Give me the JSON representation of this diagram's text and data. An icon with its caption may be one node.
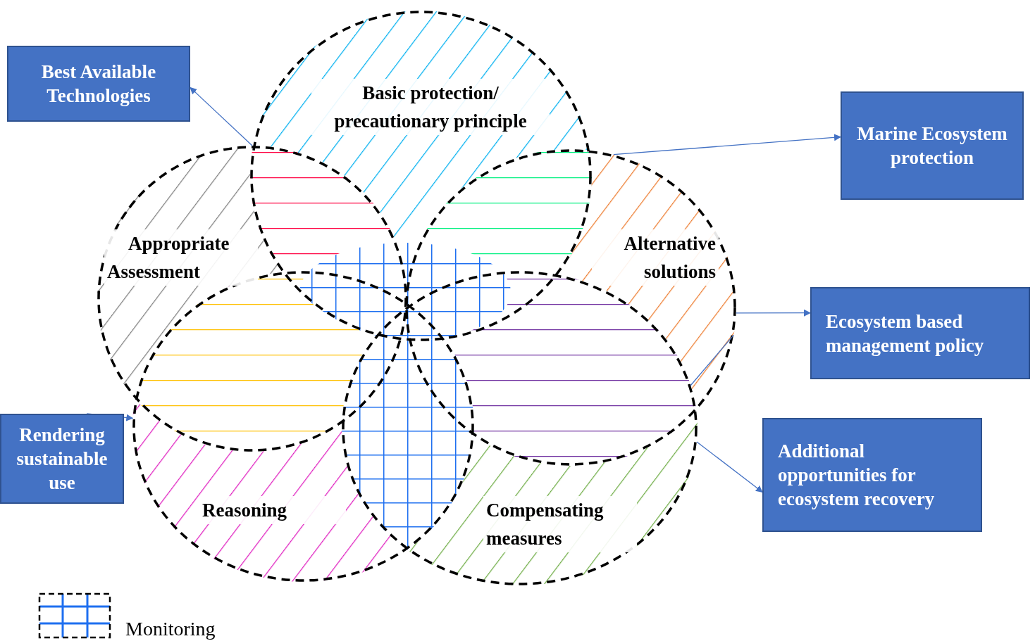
{
  "diagram": {
    "nodes": [
      {
        "text": [
          "Basic protection/ precautionary principle"
        ]
      },
      {
        "text": [
          "Appropriate Assessment"
        ]
      },
      {
        "text": [
          "Alternative solutions"
        ]
      },
      {
        "text": [
          "Reasoning"
        ]
      },
      {
        "text": [
          "Compensating measures"
        ]
      },
      {
        "text": [
          "Best Available Technologies"
        ]
      },
      {
        "text": [
          "Marine Ecosystem protection"
        ]
      },
      {
        "text": [
          "Ecosystem based management policy"
        ]
      },
      {
        "text": [
          "Rendering sustainable use"
        ]
      },
      {
        "text": [
          "Additional opportunities for ecosystem recovery"
        ]
      }
    ],
    "edges": [
      {
        "from": 1,
        "to": 5,
        "arrow": "to"
      },
      {
        "from": 2,
        "to": 6,
        "arrow": "to"
      },
      {
        "from": 2,
        "to": 7,
        "arrow": "to"
      },
      {
        "from": 2,
        "to": null,
        "arrow": "none"
      },
      {
        "from": 8,
        "to": 3,
        "arrow": "to"
      },
      {
        "from": 4,
        "to": 9,
        "arrow": "to"
      }
    ],
    "legend": [
      {
        "text": "Monitoring"
      }
    ]
  }
}
